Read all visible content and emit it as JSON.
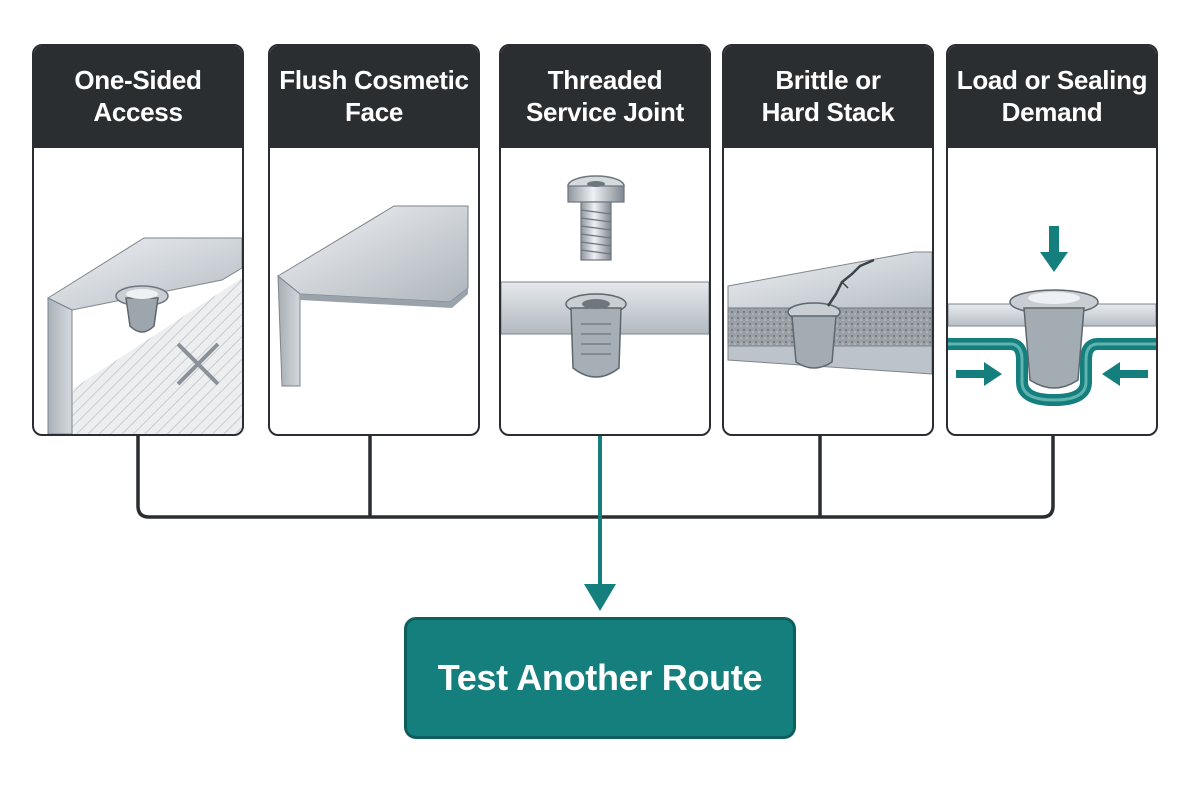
{
  "colors": {
    "header_bg": "#2b2e31",
    "accent_teal": "#147f7d",
    "connector": "#2a2d31",
    "metal_light": "#dfe3e7",
    "metal_dark": "#8f979f"
  },
  "cards": [
    {
      "line1": "One-Sided",
      "line2": "Access",
      "icon": "one-sided-access-illustration"
    },
    {
      "line1": "Flush Cosmetic",
      "line2": "Face",
      "icon": "flush-cosmetic-face-illustration"
    },
    {
      "line1": "Threaded",
      "line2": "Service Joint",
      "icon": "threaded-service-joint-illustration"
    },
    {
      "line1": "Brittle or",
      "line2": "Hard Stack",
      "icon": "brittle-hard-stack-illustration"
    },
    {
      "line1": "Load or Sealing",
      "line2": "Demand",
      "icon": "load-sealing-demand-illustration"
    }
  ],
  "result": {
    "label": "Test Another Route"
  }
}
